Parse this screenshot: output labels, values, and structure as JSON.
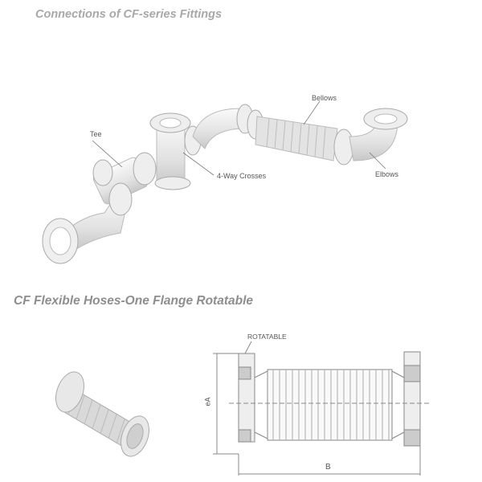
{
  "section1": {
    "title": "Connections of CF-series Fittings",
    "labels": {
      "tee": "Tee",
      "crosses": "4-Way Crosses",
      "bellows": "Bellows",
      "elbows": "Elbows"
    }
  },
  "section2": {
    "title": "CF Flexible Hoses-One Flange Rotatable",
    "drawing": {
      "rotatable_label": "ROTATABLE",
      "dim_height": "eA",
      "dim_length": "B"
    }
  },
  "colors": {
    "title": "#a8a8a8",
    "metal": "#e6e6e6",
    "outline": "#9a9a9a"
  }
}
